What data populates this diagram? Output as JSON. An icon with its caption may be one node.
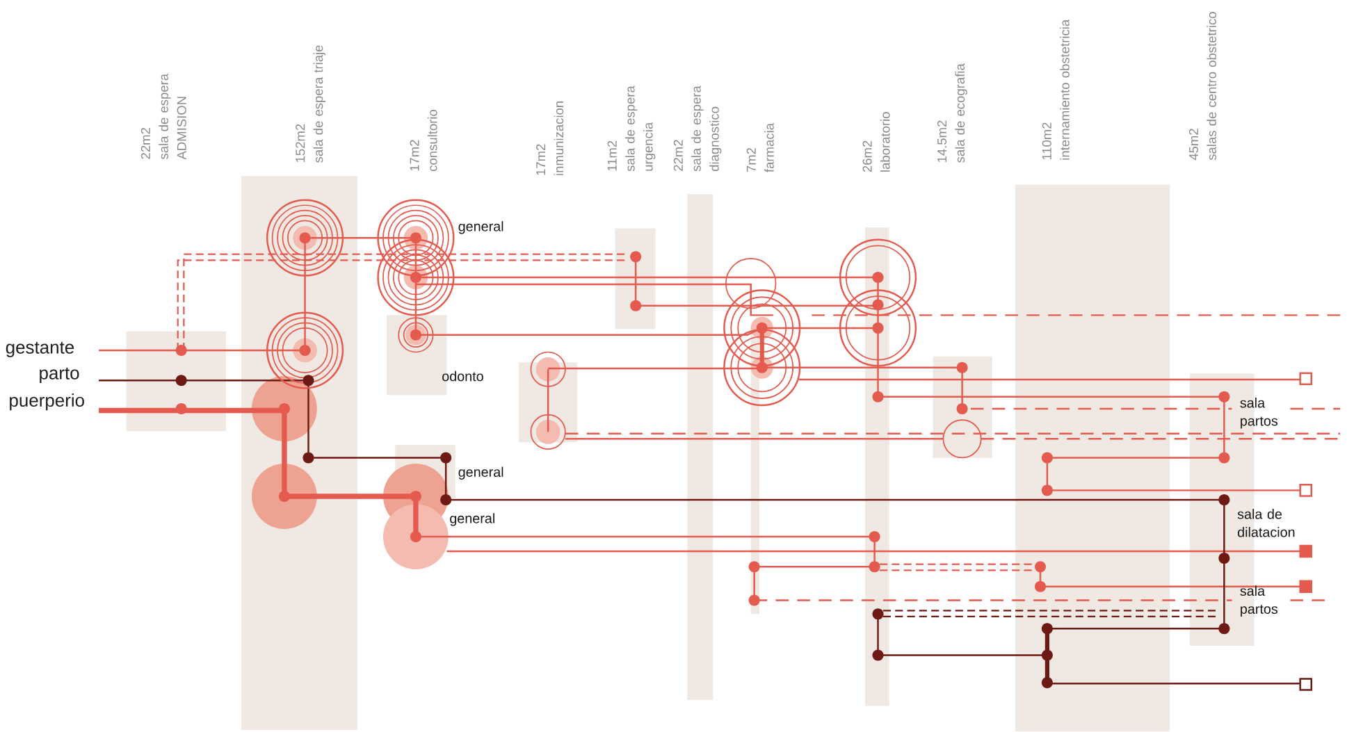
{
  "diagram": {
    "nodes": [
      {
        "text": [
          "22m2",
          "sala de espera ADMISION"
        ]
      },
      {
        "text": [
          "152m2",
          "sala de espera triaje"
        ]
      },
      {
        "text": [
          "17m2",
          "consultorio"
        ]
      },
      {
        "text": [
          "17m2",
          "inmunizacion"
        ]
      },
      {
        "text": [
          "11m2",
          "sala de espera urgencia"
        ]
      },
      {
        "text": [
          "22m2",
          "sala de espera diagnostico"
        ]
      },
      {
        "text": [
          "7m2",
          "farmacia"
        ]
      },
      {
        "text": [
          "26m2",
          "laboratorio"
        ]
      },
      {
        "text": [
          "14.5m2",
          "sala de ecografia"
        ]
      },
      {
        "text": [
          "110m2",
          "internamiento obstetricia"
        ]
      },
      {
        "text": [
          "45m2",
          "salas de centro obstetrico"
        ]
      },
      {
        "text": [],
        "shape": "bar"
      },
      {
        "text": [],
        "shape": "bar"
      },
      {
        "text": [],
        "shape": "bar"
      },
      {
        "text": [],
        "shape": "bar"
      },
      {
        "text": [],
        "shape": "bar"
      },
      {
        "text": [],
        "shape": "bar"
      },
      {
        "text": [],
        "shape": "bar"
      },
      {
        "text": [],
        "shape": "bar"
      },
      {
        "text": [],
        "shape": "bar"
      },
      {
        "text": [],
        "shape": "bar"
      },
      {
        "text": [],
        "shape": "bar"
      },
      {
        "text": [],
        "shape": "bar"
      },
      {
        "text": [
          "gestante"
        ]
      },
      {
        "text": [
          "parto"
        ]
      },
      {
        "text": [
          "puerperio"
        ]
      },
      {
        "text": [],
        "shape": "box"
      },
      {
        "text": [],
        "shape": "box"
      },
      {
        "text": [],
        "shape": "box"
      },
      {
        "text": [],
        "shape": "box"
      },
      {
        "text": [],
        "shape": "box"
      },
      {
        "text": [],
        "shape": "circle",
        "in": 12
      },
      {
        "text": [],
        "shape": "circle",
        "in": 12
      },
      {
        "text": [],
        "shape": "circle"
      }
    ],
    "labels": [
      "general",
      "odonto",
      "sala partos",
      "general",
      "general",
      "sala de dilatacion",
      "sala partos"
    ]
  }
}
